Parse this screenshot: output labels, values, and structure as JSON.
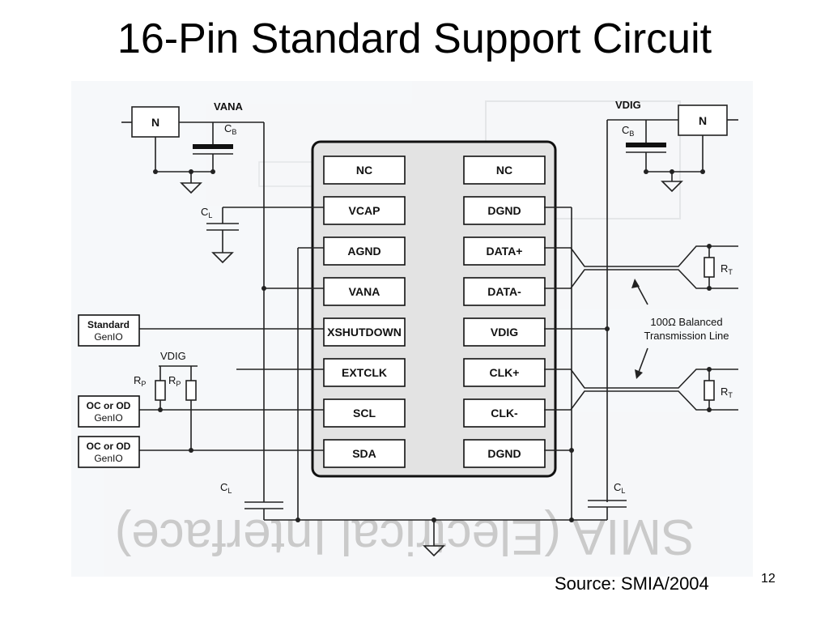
{
  "title": "16-Pin Standard Support Circuit",
  "footer": {
    "source": "Source: SMIA/2004",
    "slide_number": "12"
  },
  "diagram": {
    "left_pins": [
      "NC",
      "VCAP",
      "AGND",
      "VANA",
      "XSHUTDOWN",
      "EXTCLK",
      "SCL",
      "SDA"
    ],
    "right_pins": [
      "NC",
      "DGND",
      "DATA+",
      "DATA-",
      "VDIG",
      "CLK+",
      "CLK-",
      "DGND"
    ],
    "regulator_left": {
      "label": "N",
      "rail": "VANA",
      "cap": "C",
      "cap_sub": "B"
    },
    "regulator_right": {
      "label": "N",
      "rail": "VDIG",
      "cap": "C",
      "cap_sub": "B"
    },
    "cap_vcap": {
      "main": "C",
      "sub": "L"
    },
    "cap_bottom_left": {
      "main": "C",
      "sub": "L"
    },
    "cap_bottom_right": {
      "main": "C",
      "sub": "L"
    },
    "pullup_rail": "VDIG",
    "pullup_resistor": {
      "main": "R",
      "sub": "P"
    },
    "genio_boxes": [
      {
        "line1": "Standard",
        "line2": "GenIO"
      },
      {
        "line1": "OC or OD",
        "line2": "GenIO"
      },
      {
        "line1": "OC or OD",
        "line2": "GenIO"
      }
    ],
    "termination_resistor": {
      "main": "R",
      "sub": "T"
    },
    "annotation": {
      "line1": "100Ω Balanced",
      "line2": "Transmission Line"
    },
    "background_text": "SMIA (Electrical Interface)"
  }
}
